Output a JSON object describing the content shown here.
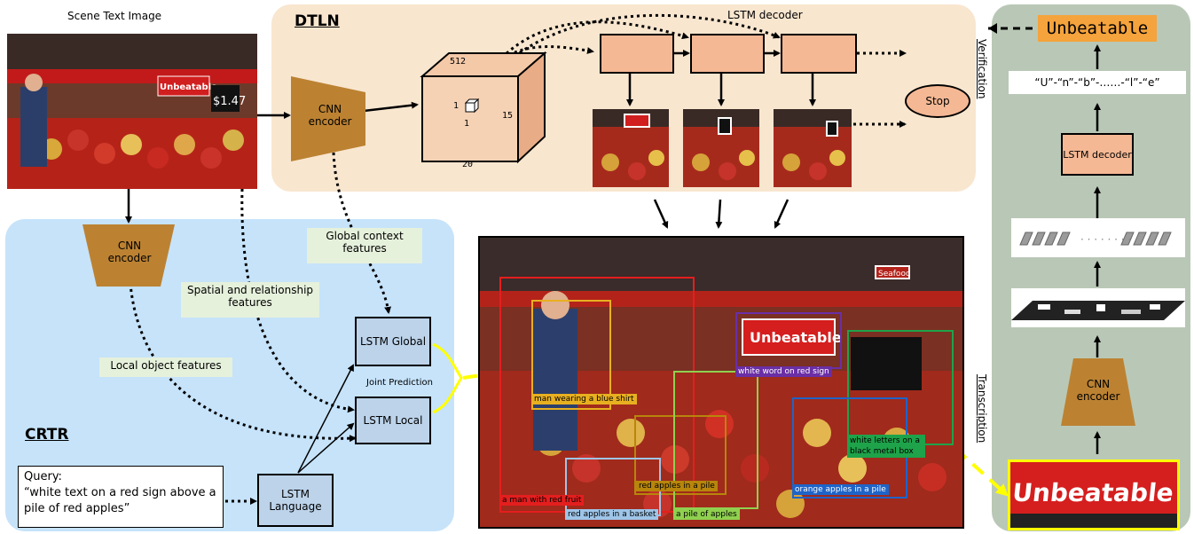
{
  "titles": {
    "scene_text_image": "Scene Text Image",
    "dtln": "DTLN",
    "crtr": "CRTR",
    "lstm_decoder_top": "LSTM decoder",
    "verification": "Verification",
    "transcription": "Transcription",
    "joint_prediction": "Joint Prediction"
  },
  "modules": {
    "cnn_encoder_top": "CNN encoder",
    "cnn_encoder_left": "CNN encoder",
    "cnn_encoder_right": "CNN encoder",
    "lstm_global": "LSTM Global",
    "lstm_local": "LSTM Local",
    "lstm_language": "LSTM Language",
    "lstm_decoder_right": "LSTM decoder",
    "stop": "Stop"
  },
  "feature_cube": {
    "depth": "512",
    "height": "15",
    "width": "20",
    "cell_a": "1",
    "cell_b": "1"
  },
  "notes": {
    "global_context": "Global context features",
    "spatial_relationship": "Spatial and relationship features",
    "local_object": "Local object features"
  },
  "query": {
    "label": "Query:",
    "text": "“white text on a red sign above a pile of red apples”"
  },
  "transcription": {
    "word": "Unbeatable",
    "chars": "“U”-“n”-“b”-……-“l”-“e”"
  },
  "scene_labels": {
    "sign_text": "Unbeatable",
    "price": "$1.47",
    "seafood": "Seafood",
    "word_on_sign": "Unbeatable"
  },
  "regions": [
    {
      "text": "man wearing a blue shirt",
      "color": "#e8b020"
    },
    {
      "text": "white word on red sign",
      "color": "#6a2fa6"
    },
    {
      "text": "white letters on a black metal box",
      "color": "#1ea34a"
    },
    {
      "text": "red apples in a pile",
      "color": "#b8860b"
    },
    {
      "text": "orange apples in a pile",
      "color": "#1e64c8"
    },
    {
      "text": "a man with red fruit",
      "color": "#e41e1e"
    },
    {
      "text": "red apples in a basket",
      "color": "#9ec5e8"
    },
    {
      "text": "a pile of apples",
      "color": "#8fd14f"
    }
  ],
  "colors": {
    "dtln_panel": "#f8e6cf",
    "crtr_panel": "#c6e3fa",
    "right_panel": "#b9c8b6",
    "cnn": "#bc8232",
    "lstm_orange": "#f5b894",
    "lstm_blue": "#bcd3ea",
    "note_bg": "#e6f1dc",
    "highlight": "#f5a33c",
    "yellow": "#ffff00"
  }
}
